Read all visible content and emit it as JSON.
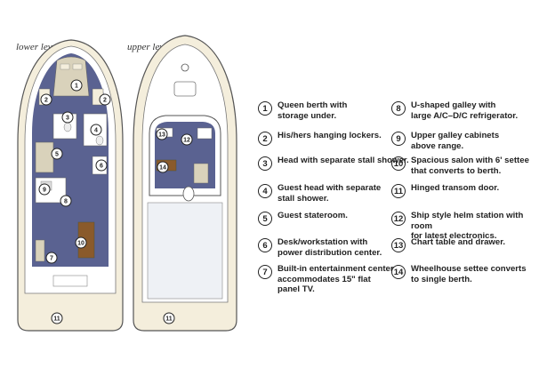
{
  "levels": {
    "lower": "lower level",
    "upper": "upper level"
  },
  "legend": [
    {
      "n": "1",
      "text": "Queen berth with\nstorage under."
    },
    {
      "n": "2",
      "text": "His/hers hanging lockers."
    },
    {
      "n": "3",
      "text": "Head with separate stall shower."
    },
    {
      "n": "4",
      "text": "Guest head with separate\nstall shower."
    },
    {
      "n": "5",
      "text": "Guest stateroom."
    },
    {
      "n": "6",
      "text": "Desk/workstation with\npower distribution center."
    },
    {
      "n": "7",
      "text": "Built-in entertainment center\naccommodates 15\" flat\npanel TV."
    },
    {
      "n": "8",
      "text": "U-shaped galley with\nlarge A/C–D/C refrigerator."
    },
    {
      "n": "9",
      "text": "Upper galley cabinets\nabove range."
    },
    {
      "n": "10",
      "text": "Spacious salon with 6' settee\nthat converts to berth."
    },
    {
      "n": "11",
      "text": "Hinged transom door."
    },
    {
      "n": "12",
      "text": "Ship style helm station with room\nfor latest electronics."
    },
    {
      "n": "13",
      "text": "Chart table and drawer."
    },
    {
      "n": "14",
      "text": "Wheelhouse settee converts\nto single berth."
    }
  ],
  "lower_callouts": [
    "1",
    "2",
    "2",
    "3",
    "4",
    "5",
    "6",
    "7",
    "8",
    "9",
    "10",
    "11"
  ],
  "upper_callouts": [
    "12",
    "13",
    "14",
    "11"
  ],
  "colors": {
    "floor": "#5a6291",
    "hull": "#f4eedc",
    "deck": "#ffffff",
    "berth": "#d9d2bb",
    "wood": "#8a5a2b",
    "line": "#555555"
  }
}
